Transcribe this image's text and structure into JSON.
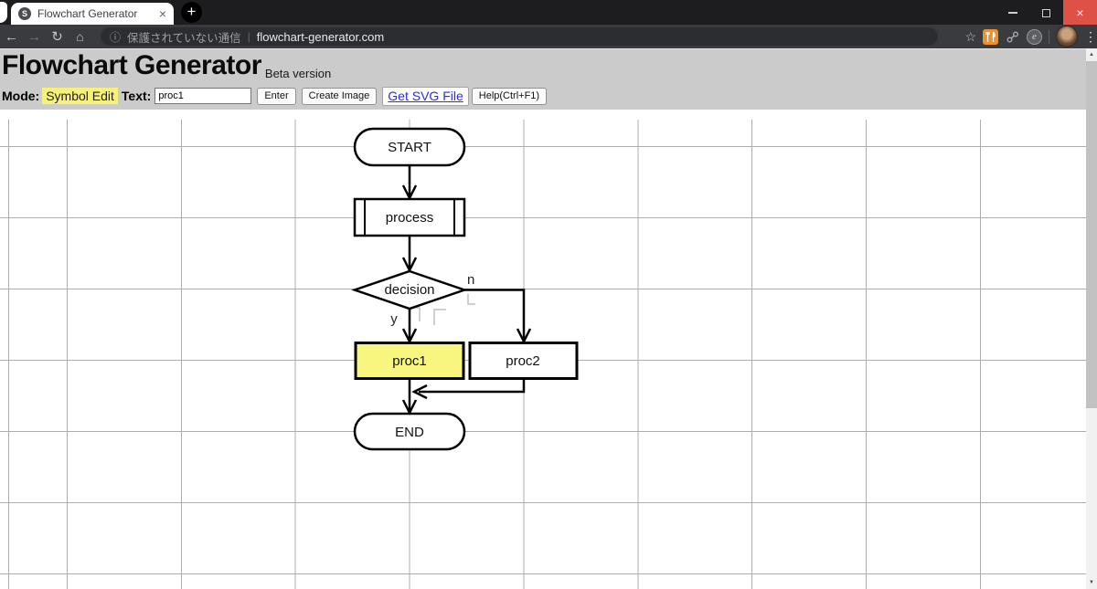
{
  "browser": {
    "tab_title": "Flowchart Generator",
    "icons": {
      "favicon_letter": "S",
      "tab_close": "×",
      "new_tab": "+",
      "window_close": "×",
      "back": "←",
      "forward": "→",
      "reload": "↻",
      "home": "⌂",
      "info": "ⓘ",
      "bookmark": "☆",
      "extension_e": "e",
      "menu": "⋮",
      "scroll_up": "▲",
      "scroll_down": "▼"
    },
    "omnibox": {
      "security_text": "保護されていない通信",
      "separator": "|",
      "url": "flowchart-generator.com"
    }
  },
  "page": {
    "title": "Flowchart Generator",
    "subtitle": "Beta version",
    "toolbar": {
      "mode_label": "Mode:",
      "mode_value": "Symbol Edit",
      "text_label": "Text:",
      "text_value": "proc1",
      "enter_button": "Enter",
      "create_image_button": "Create Image",
      "svg_link": "Get SVG File",
      "help_button": "Help(Ctrl+F1)"
    },
    "flowchart": {
      "nodes": [
        {
          "id": "start",
          "type": "terminator",
          "label": "START"
        },
        {
          "id": "process",
          "type": "predefined-process",
          "label": "process"
        },
        {
          "id": "decision",
          "type": "decision",
          "label": "decision"
        },
        {
          "id": "proc1",
          "type": "process",
          "label": "proc1",
          "selected": true
        },
        {
          "id": "proc2",
          "type": "process",
          "label": "proc2"
        },
        {
          "id": "end",
          "type": "terminator",
          "label": "END"
        }
      ],
      "edge_labels": {
        "yes": "y",
        "no": "n"
      },
      "colors": {
        "selected_fill": "#f8f67e",
        "stroke": "#000000",
        "grid_line": "#adadad",
        "mode_highlight": "#f7f17b"
      }
    }
  }
}
